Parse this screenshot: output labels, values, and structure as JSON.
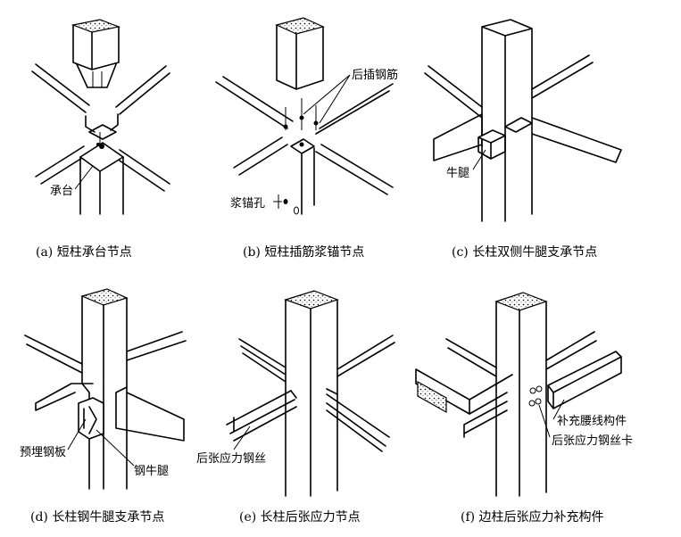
{
  "panels": [
    {
      "caption": "(a) 短柱承台节点",
      "labels": [
        "承台"
      ]
    },
    {
      "caption": "(b) 短柱插筋浆锚节点",
      "labels": [
        "后插钢筋",
        "浆锚孔"
      ]
    },
    {
      "caption": "(c) 长柱双侧牛腿支承节点",
      "labels": [
        "牛腿"
      ]
    },
    {
      "caption": "(d) 长柱钢牛腿支承节点",
      "labels": [
        "预埋钢板",
        "钢牛腿"
      ]
    },
    {
      "caption": "(e) 长柱后张应力节点",
      "labels": [
        "后张应力钢丝"
      ]
    },
    {
      "caption": "(f) 边柱后张应力补充构件",
      "labels": [
        "补充腰线构件",
        "后张应力钢丝卡"
      ]
    }
  ]
}
